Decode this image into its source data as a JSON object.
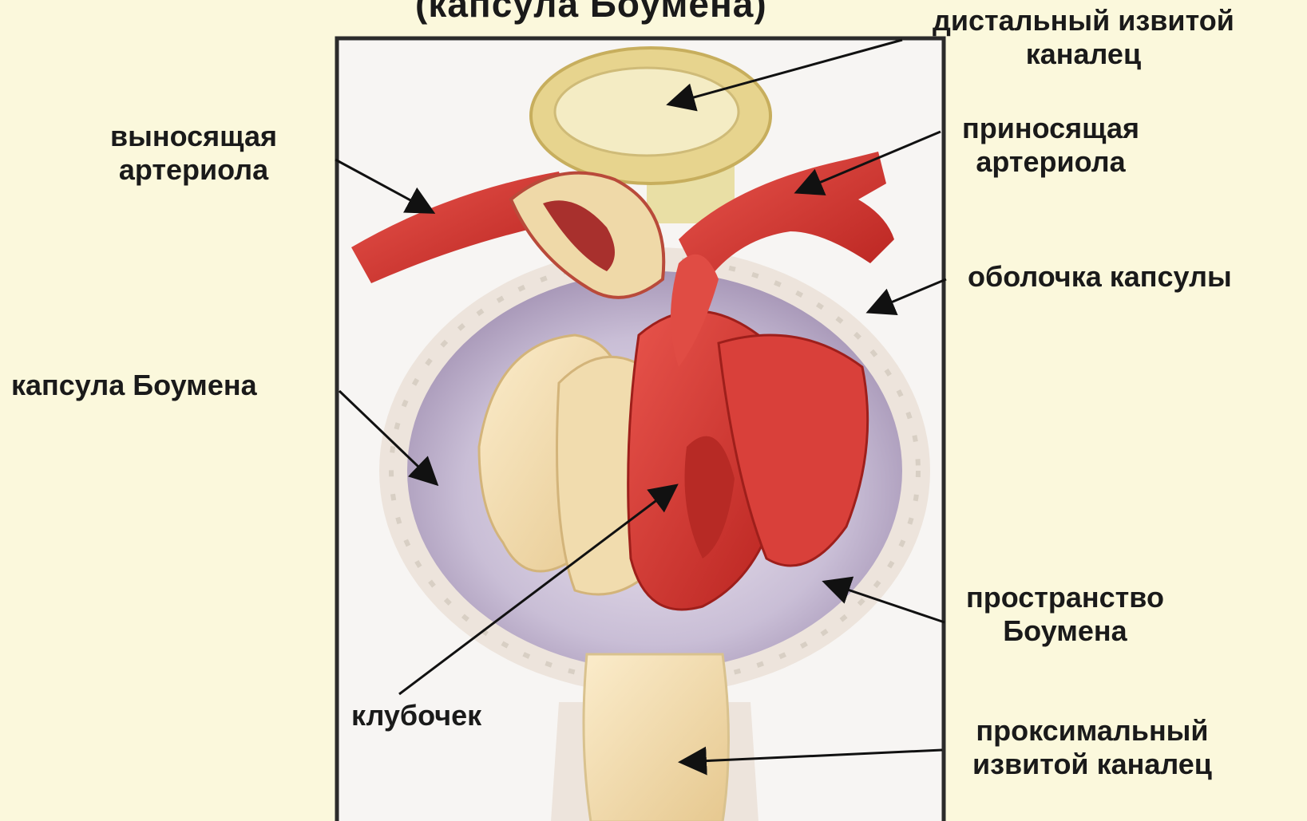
{
  "title": "(капсула Боумена)",
  "labels": {
    "distal_tubule": [
      "дистальный извитой",
      "каналец"
    ],
    "efferent_arteriole": [
      "выносящая",
      "артериола"
    ],
    "afferent_arteriole": [
      "приносящая",
      "артериола"
    ],
    "capsule_wall": [
      "оболочка капсулы"
    ],
    "bowman_capsule": [
      "капсула Боумена"
    ],
    "bowman_space": [
      "пространство",
      "Боумена"
    ],
    "glomerulus": [
      "клубочек"
    ],
    "proximal_tubule": [
      "проксимальный",
      "извитой каналец"
    ]
  },
  "colors": {
    "background": "#fbf8dc",
    "artery_red": "#d93a36",
    "tubule_cream": "#f3dfb0",
    "capsule_lilac": "#c9bed6",
    "frame_dark": "#2b2b2b"
  }
}
